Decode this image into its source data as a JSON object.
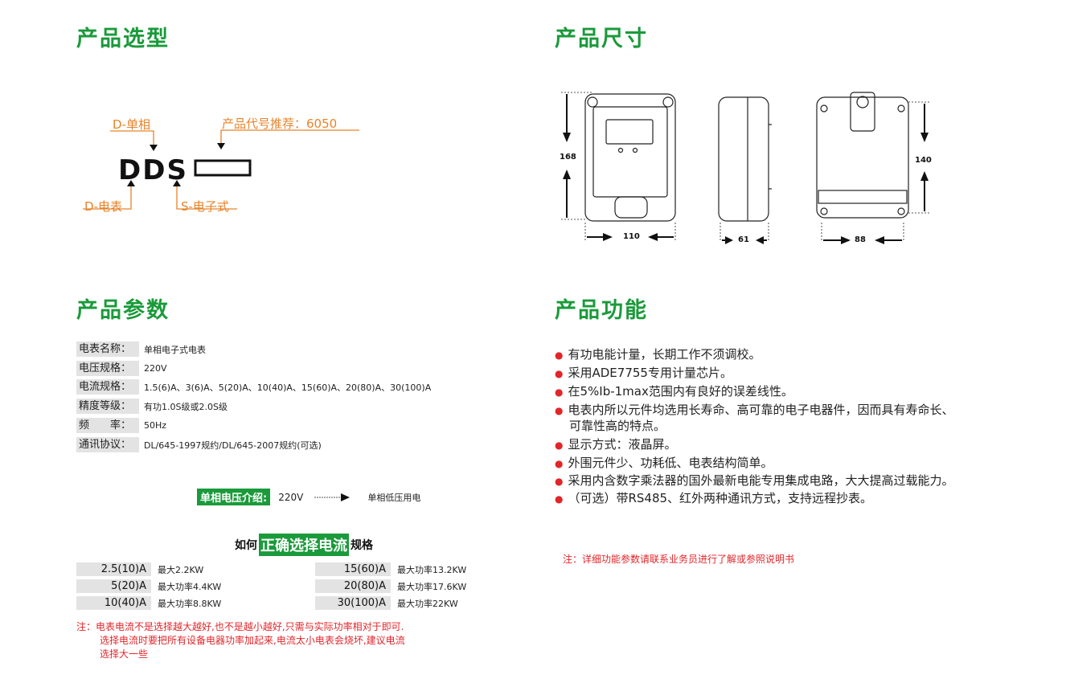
{
  "sections": {
    "selection": "产品选型",
    "dimensions": "产品尺寸",
    "parameters": "产品参数",
    "functions": "产品功能"
  },
  "model": {
    "code": "DDS",
    "labels": {
      "single_phase": "D-单相",
      "meter": "D-电表",
      "electronic": "S-电子式",
      "recommended": "产品代号推荐：6050"
    }
  },
  "dimensions": {
    "height_front": "168",
    "height_back": "140",
    "width_front": "110",
    "width_side": "61",
    "width_back": "88"
  },
  "parameters": [
    {
      "key": "电表名称：",
      "value": "单相电子式电表"
    },
    {
      "key": "电压规格：",
      "value": "220V"
    },
    {
      "key": "电流规格：",
      "value": "1.5(6)A、3(6)A、5(20)A、10(40)A、15(60)A、20(80)A、30(100)A"
    },
    {
      "key": "精度等级：",
      "value": "有功1.0S级或2.0S级"
    },
    {
      "key": "频　　率：",
      "value": "50Hz"
    },
    {
      "key": "通讯协议：",
      "value": "DL/645-1997规约/DL/645-2007规约(可选)"
    }
  ],
  "voltage_intro": {
    "tag": "单相电压介绍:",
    "voltage": "220V",
    "usage": "单相低压用电"
  },
  "current_title": {
    "prefix": "如何",
    "highlight": "正确选择电流",
    "suffix": "规格"
  },
  "current_left": [
    {
      "current": "2.5(10)A",
      "power": "最大2.2KW"
    },
    {
      "current": "5(20)A",
      "power": "最大功率4.4KW"
    },
    {
      "current": "10(40)A",
      "power": "最大功率8.8KW"
    }
  ],
  "current_right": [
    {
      "current": "15(60)A",
      "power": "最大功率13.2KW"
    },
    {
      "current": "20(80)A",
      "power": "最大功率17.6KW"
    },
    {
      "current": "30(100)A",
      "power": "最大功率22KW"
    }
  ],
  "current_note": [
    "注：电表电流不是选择越大越好,也不是越小越好,只需与实际功率相对于即可.",
    "选择电流时要把所有设备电器功率加起来,电流太小电表会烧坏,建议电流",
    "选择大一些"
  ],
  "functions": [
    "有功电能计量，长期工作不须调校。",
    "采用ADE7755专用计量芯片。",
    "在5%Ib-1max范围内有良好的误差线性。",
    "电表内所以元件均选用长寿命、高可靠的电子电器件，因而具有寿命长、",
    "可靠性高的特点。",
    "显示方式：液晶屏。",
    "外围元件少、功耗低、电表结构简单。",
    "采用内含数字乘法器的国外最新电能专用集成电路，大大提高过载能力。",
    "（可选）带RS485、红外两种通讯方式，支持远程抄表。"
  ],
  "function_note": "注：详细功能参数请联系业务员进行了解或参照说明书",
  "colors": {
    "green": "#1a9a3a",
    "orange": "#e8832a",
    "red": "#e0262a"
  }
}
